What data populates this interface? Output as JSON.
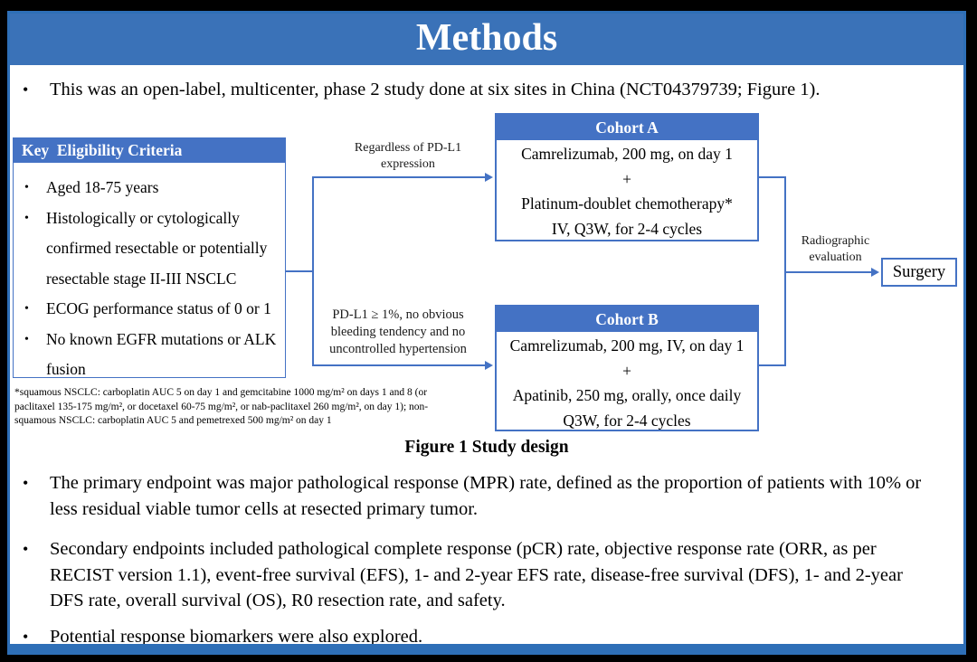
{
  "title": "Methods",
  "glyphs": {
    "bullet": "•"
  },
  "colors": {
    "title_bar_blue": "#3a72b8",
    "box_header_blue": "#4472c4",
    "connector_blue": "#4472c4",
    "slide_border_blue": "#2e6fb7"
  },
  "intro": {
    "text": "This was an open-label, multicenter, phase 2 study done at six sites in China (NCT04379739; Figure 1)."
  },
  "figure": {
    "eligibility": {
      "header": "Key  Eligibility Criteria",
      "items": [
        "Aged 18-75 years",
        "Histologically or cytologically confirmed resectable or potentially resectable stage II-III NSCLC",
        "ECOG performance status of 0 or 1",
        "No known EGFR mutations or ALK fusion"
      ]
    },
    "branch_a_label": "Regardless of PD-L1 expression",
    "branch_b_label": "PD-L1 ≥ 1%, no obvious bleeding tendency and no uncontrolled hypertension",
    "cohort_a": {
      "header": "Cohort A",
      "lines": [
        "Camrelizumab, 200 mg, on day 1",
        "+",
        "Platinum-doublet chemotherapy*",
        "IV, Q3W, for 2-4 cycles"
      ]
    },
    "cohort_b": {
      "header": "Cohort B",
      "lines": [
        "Camrelizumab, 200 mg, IV, on day 1",
        "+",
        "Apatinib, 250 mg, orally, once daily",
        "Q3W, for 2-4 cycles"
      ]
    },
    "evaluation_label": "Radiographic evaluation",
    "surgery_label": "Surgery",
    "footnote_lines": [
      "*squamous NSCLC: carboplatin AUC 5 on day 1 and gemcitabine 1000 mg/m² on days 1 and 8 (or",
      "paclitaxel 135-175 mg/m², or docetaxel 60-75 mg/m², or nab-paclitaxel 260 mg/m², on day 1); non-",
      "squamous NSCLC: carboplatin AUC 5 and pemetrexed 500 mg/m² on day 1"
    ],
    "caption": "Figure 1 Study design"
  },
  "bullets": [
    "The primary endpoint was major pathological response (MPR) rate, defined as the proportion of patients with 10% or less residual viable tumor cells at resected primary tumor.",
    "Secondary endpoints included pathological complete response (pCR) rate, objective response rate (ORR, as per RECIST version 1.1), event-free survival (EFS), 1- and 2-year EFS rate, disease-free survival (DFS), 1- and 2-year DFS rate, overall survival (OS), R0 resection rate, and safety.",
    "Potential response biomarkers were also explored."
  ]
}
